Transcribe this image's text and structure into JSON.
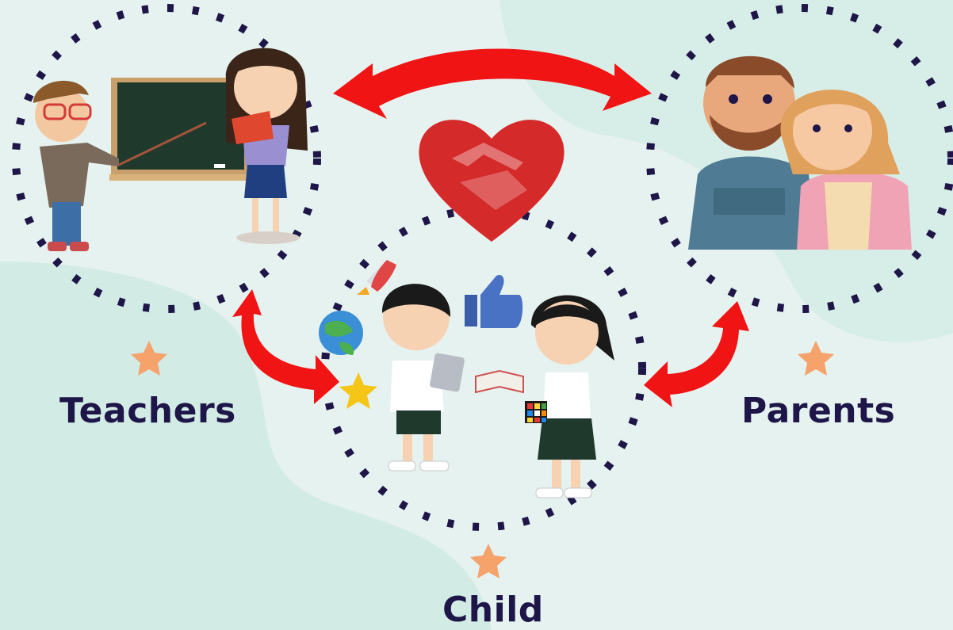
{
  "labels": {
    "teachers": "Teachers",
    "parents": "Parents",
    "child": "Child"
  },
  "colors": {
    "background": "#e6f2ef",
    "blob": "#d3ebe5",
    "dots": "#1e1648",
    "arrow": "#f01414",
    "star": "#f5a26b",
    "heart": "#d42a2a",
    "label_text": "#1e1648"
  },
  "icons": [
    "teacher-man",
    "teacher-woman",
    "chalkboard",
    "parents-couple",
    "handshake-heart-icon",
    "thumbs-up-icon",
    "rocket-icon",
    "globe-icon",
    "star-icon",
    "book-icon",
    "tablet-icon",
    "rubiks-cube-icon",
    "boy-student",
    "girl-student"
  ]
}
